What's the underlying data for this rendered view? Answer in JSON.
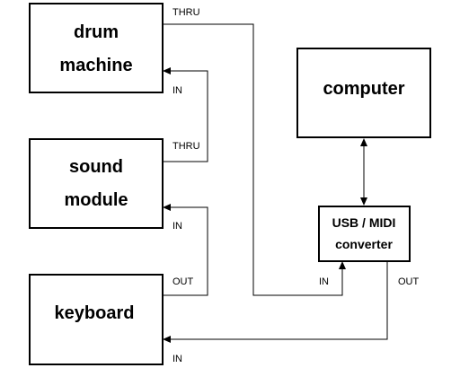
{
  "devices": {
    "drum_machine": {
      "line1": "drum",
      "line2": "machine"
    },
    "sound_module": {
      "line1": "sound",
      "line2": "module"
    },
    "keyboard": {
      "label": "keyboard"
    },
    "computer": {
      "label": "computer"
    },
    "usb_midi_converter": {
      "line1": "USB / MIDI",
      "line2": "converter"
    }
  },
  "ports": {
    "drum_thru": "THRU",
    "drum_in": "IN",
    "sound_thru": "THRU",
    "sound_in": "IN",
    "keyboard_out": "OUT",
    "keyboard_in": "IN",
    "converter_in": "IN",
    "converter_out": "OUT"
  }
}
